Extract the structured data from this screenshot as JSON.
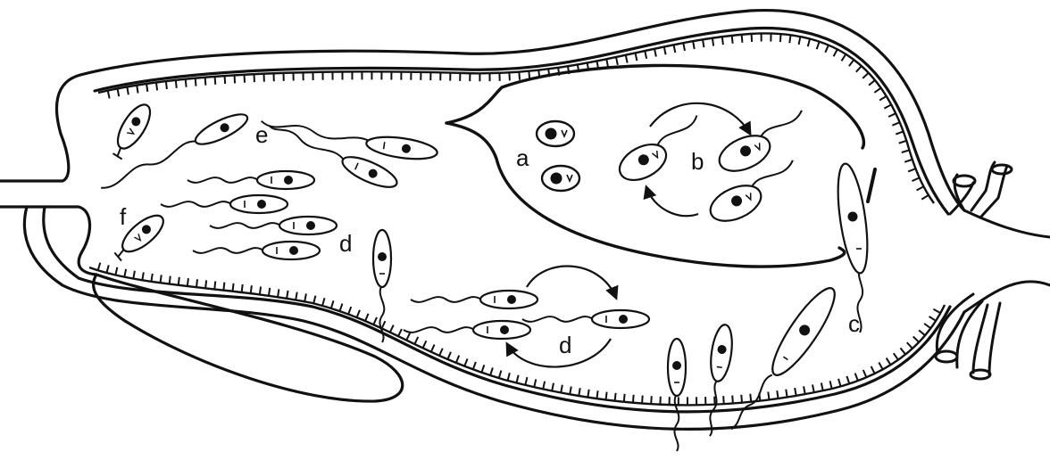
{
  "colors": {
    "ink": "#111111",
    "background": "#ffffff"
  },
  "labels": {
    "a": "a",
    "b": "b",
    "c": "c",
    "d_top": "d",
    "d_bottom": "d",
    "e": "e",
    "f": "f"
  }
}
